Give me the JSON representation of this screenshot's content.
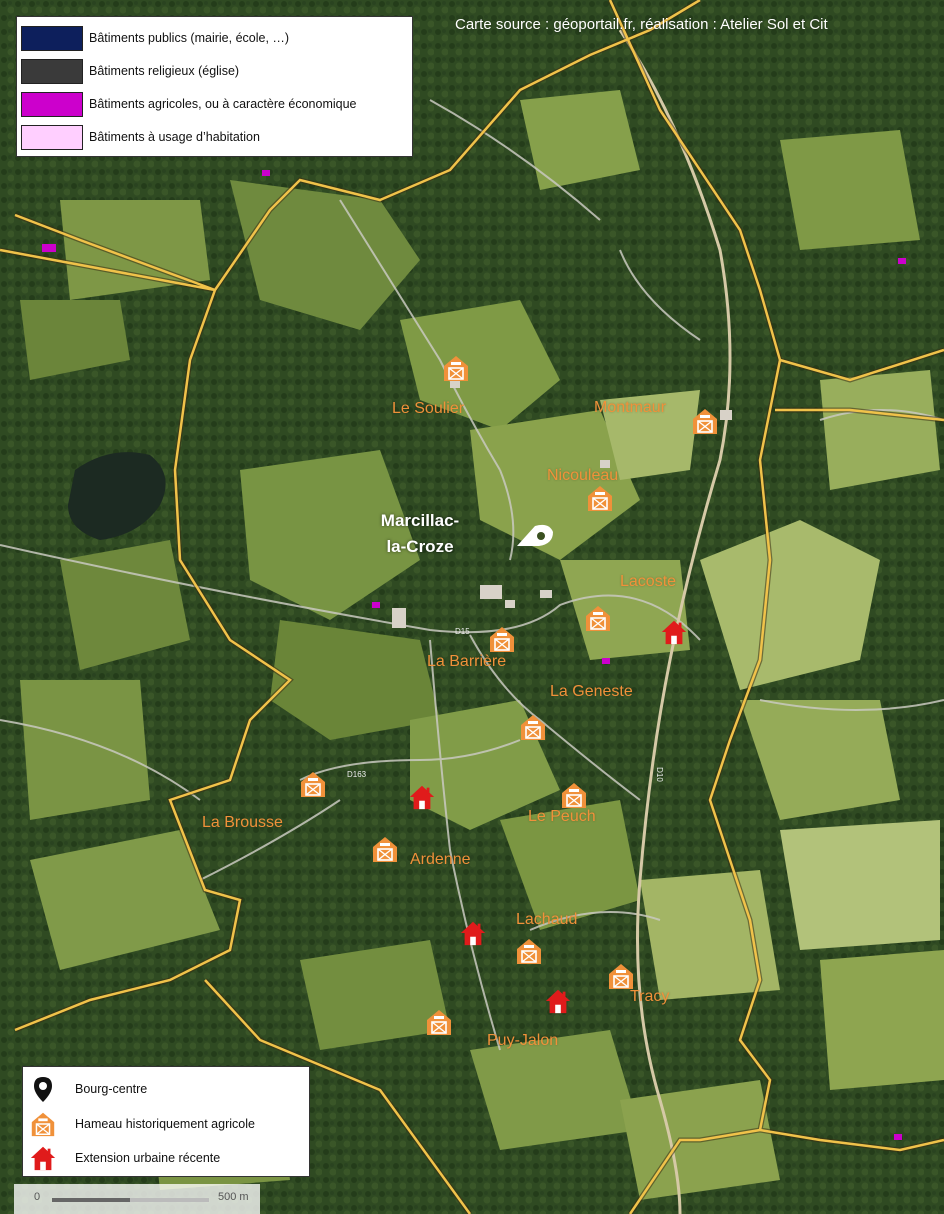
{
  "credit": "Carte source : géoportail.fr, réalisation : Atelier Sol et Cit",
  "colors": {
    "public": "#0d1f5c",
    "religious": "#3a3a3a",
    "agricultural": "#cc00cc",
    "housing": "#ffcfff",
    "hamlet": "#f0913a",
    "extension": "#e01b1b",
    "boundary": "#f0c24a"
  },
  "legend_top": [
    {
      "label": "Bâtiments publics (mairie, école, …)",
      "color": "#0d1f5c"
    },
    {
      "label": "Bâtiments religieux (église)",
      "color": "#3a3a3a"
    },
    {
      "label": "Bâtiments agricoles, ou à caractère économique",
      "color": "#cc00cc"
    },
    {
      "label": "Bâtiments à usage d’habitation",
      "color": "#ffcfff"
    }
  ],
  "legend_bottom": [
    {
      "icon": "map-pin-icon",
      "label": "Bourg-centre"
    },
    {
      "icon": "barn-icon",
      "label": "Hameau historiquement agricole"
    },
    {
      "icon": "house-icon",
      "label": "Extension urbaine récente"
    }
  ],
  "scale": {
    "start": "0",
    "end": "500 m"
  },
  "town": {
    "line1": "Marcillac-",
    "line2": "la-Croze"
  },
  "places": [
    {
      "id": "le-soulier",
      "name": "Le Soulier"
    },
    {
      "id": "montmaur",
      "name": "Montmaur"
    },
    {
      "id": "nicouleau",
      "name": "Nicouleau"
    },
    {
      "id": "lacoste",
      "name": "Lacoste"
    },
    {
      "id": "la-barriere",
      "name": "La Barrière"
    },
    {
      "id": "la-geneste",
      "name": "La Geneste"
    },
    {
      "id": "la-brousse",
      "name": "La Brousse"
    },
    {
      "id": "le-peuch",
      "name": "Le Peuch"
    },
    {
      "id": "ardenne",
      "name": "Ardenne"
    },
    {
      "id": "lachaud",
      "name": "Lachaud"
    },
    {
      "id": "tracy",
      "name": "Tracy"
    },
    {
      "id": "puy-jalon",
      "name": "Puy-Jalon"
    }
  ],
  "roads": {
    "d15": "D15",
    "d163": "D163",
    "d10": "D10"
  }
}
